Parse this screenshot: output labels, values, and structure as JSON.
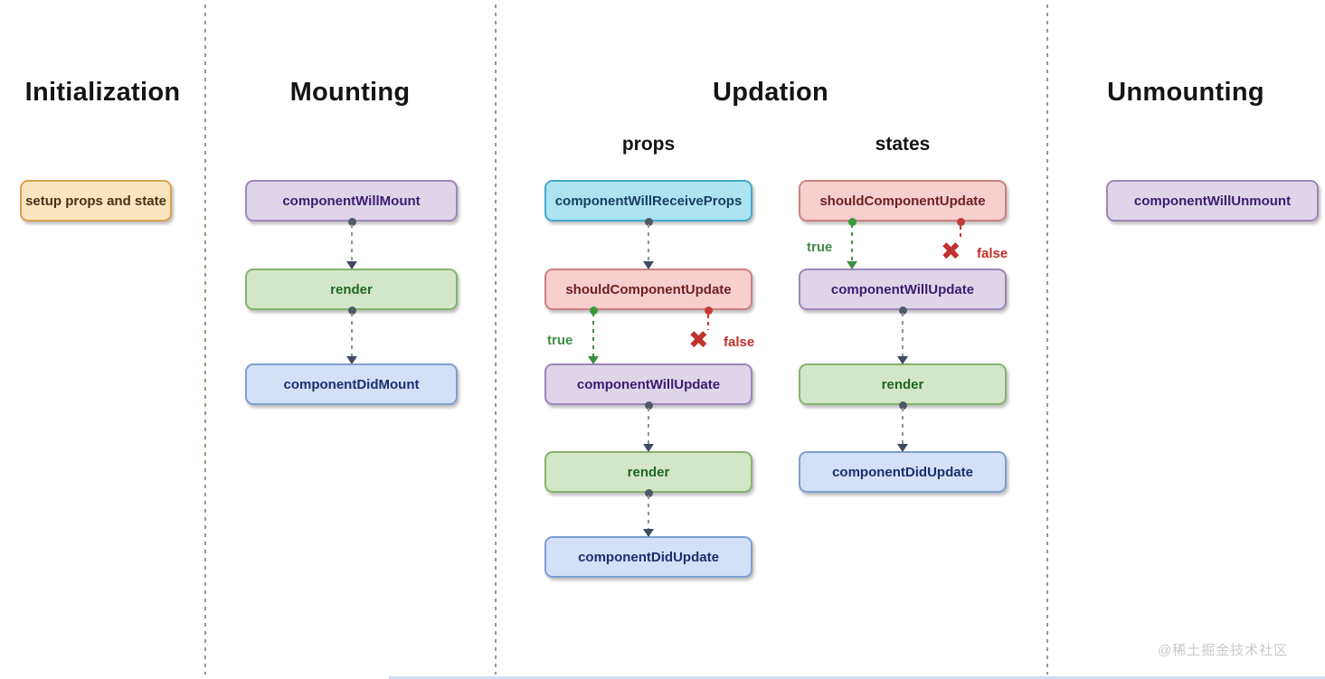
{
  "diagram": {
    "titles": {
      "initialization": "Initialization",
      "mounting": "Mounting",
      "updation": "Updation",
      "unmounting": "Unmounting"
    },
    "subtitles": {
      "props": "props",
      "states": "states"
    },
    "nodes": {
      "setup": "setup props and state",
      "will_mount": "componentWillMount",
      "render_mount": "render",
      "did_mount": "componentDidMount",
      "will_receive_props": "componentWillReceiveProps",
      "should_update_props": "shouldComponentUpdate",
      "will_update_props": "componentWillUpdate",
      "render_props": "render",
      "did_update_props": "componentDidUpdate",
      "should_update_states": "shouldComponentUpdate",
      "will_update_states": "componentWillUpdate",
      "render_states": "render",
      "did_update_states": "componentDidUpdate",
      "will_unmount": "componentWillUnmount"
    },
    "labels": {
      "true": "true",
      "false": "false"
    },
    "icons": {
      "false_x": "✖"
    },
    "colors": {
      "yellow_fill": "#fbe5c0",
      "yellow_border": "#d9a24a",
      "yellow_text": "#4a3017",
      "purple_fill": "#ded5e9",
      "purple_border": "#9e86ba",
      "purple_text": "#3b1d6e",
      "green_fill": "#d3e7c8",
      "green_border": "#85b46b",
      "green_text": "#1f6622",
      "blue_fill": "#d2e1f7",
      "blue_border": "#7d9fd1",
      "blue_text": "#1b2f6e",
      "cyan_fill": "#aee3f2",
      "cyan_border": "#45a9cc",
      "cyan_text": "#17405f",
      "red_fill": "#f7cfcf",
      "red_border": "#cf8080",
      "red_text": "#6e1f1f",
      "true_green": "#3e8e41",
      "false_red": "#c42f2c",
      "arrow_gray": "#8d939c",
      "divider_olive": "#979d7a"
    },
    "watermark": "@稀土掘金技术社区"
  }
}
